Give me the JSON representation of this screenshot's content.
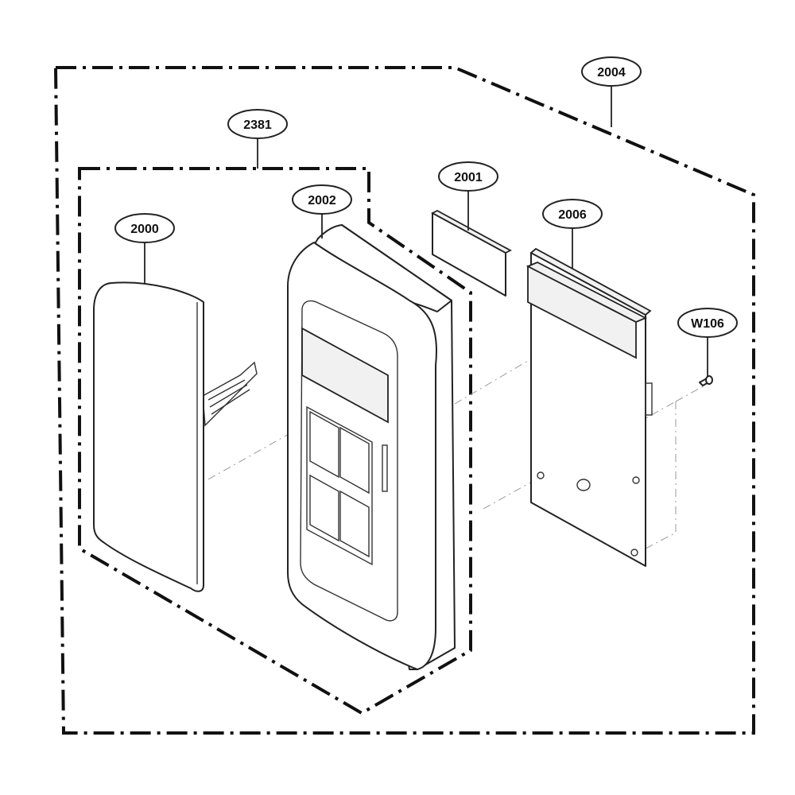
{
  "diagram": {
    "callouts": [
      {
        "id": "2004",
        "label": "2004"
      },
      {
        "id": "2381",
        "label": "2381"
      },
      {
        "id": "2001",
        "label": "2001"
      },
      {
        "id": "2002",
        "label": "2002"
      },
      {
        "id": "2006",
        "label": "2006"
      },
      {
        "id": "2000",
        "label": "2000"
      },
      {
        "id": "W106",
        "label": "W106"
      }
    ]
  }
}
